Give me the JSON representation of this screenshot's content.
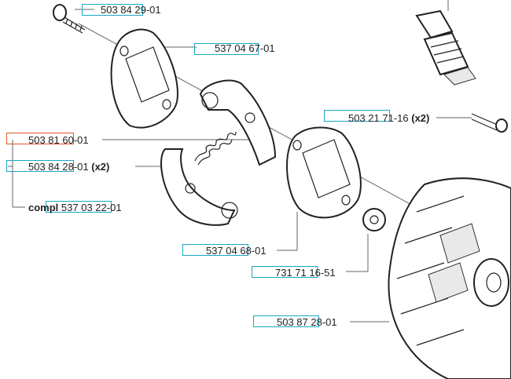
{
  "parts": [
    {
      "id": "p1",
      "number": "503 84 29-01",
      "qty": ""
    },
    {
      "id": "p2",
      "number": "537 04 67-01",
      "qty": ""
    },
    {
      "id": "p3",
      "number": "503 21 71-16",
      "qty": "(x2)"
    },
    {
      "id": "p4",
      "number": "503 81 60-01",
      "qty": ""
    },
    {
      "id": "p5",
      "number": "503 84 28-01",
      "qty": "(x2)"
    },
    {
      "id": "p6",
      "number": "537 03 22-01",
      "qty": "",
      "prefix": "compl"
    },
    {
      "id": "p7",
      "number": "537 04 68-01",
      "qty": ""
    },
    {
      "id": "p8",
      "number": "731 71 16-51",
      "qty": ""
    },
    {
      "id": "p9",
      "number": "503 87 28-01",
      "qty": ""
    }
  ],
  "colors": {
    "highlight": "#1aa7c4",
    "selected": "#e0552f"
  }
}
